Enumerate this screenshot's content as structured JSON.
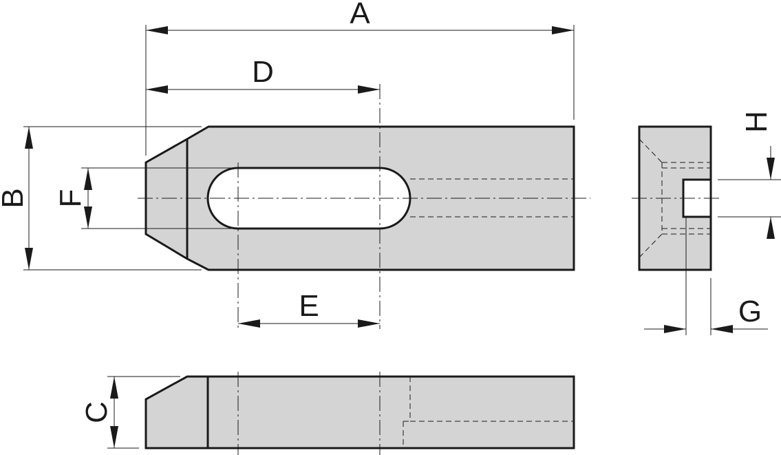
{
  "colors": {
    "part_fill": "#d4d4d4",
    "line": "#1a1a1a",
    "background": "#ffffff",
    "slot": "#ffffff"
  },
  "views": {
    "top": "plan-view",
    "end": "end-view",
    "side": "side-view"
  },
  "dimensions": {
    "A": "A",
    "B": "B",
    "C": "C",
    "D": "D",
    "E": "E",
    "F": "F",
    "G": "G",
    "H": "H"
  }
}
